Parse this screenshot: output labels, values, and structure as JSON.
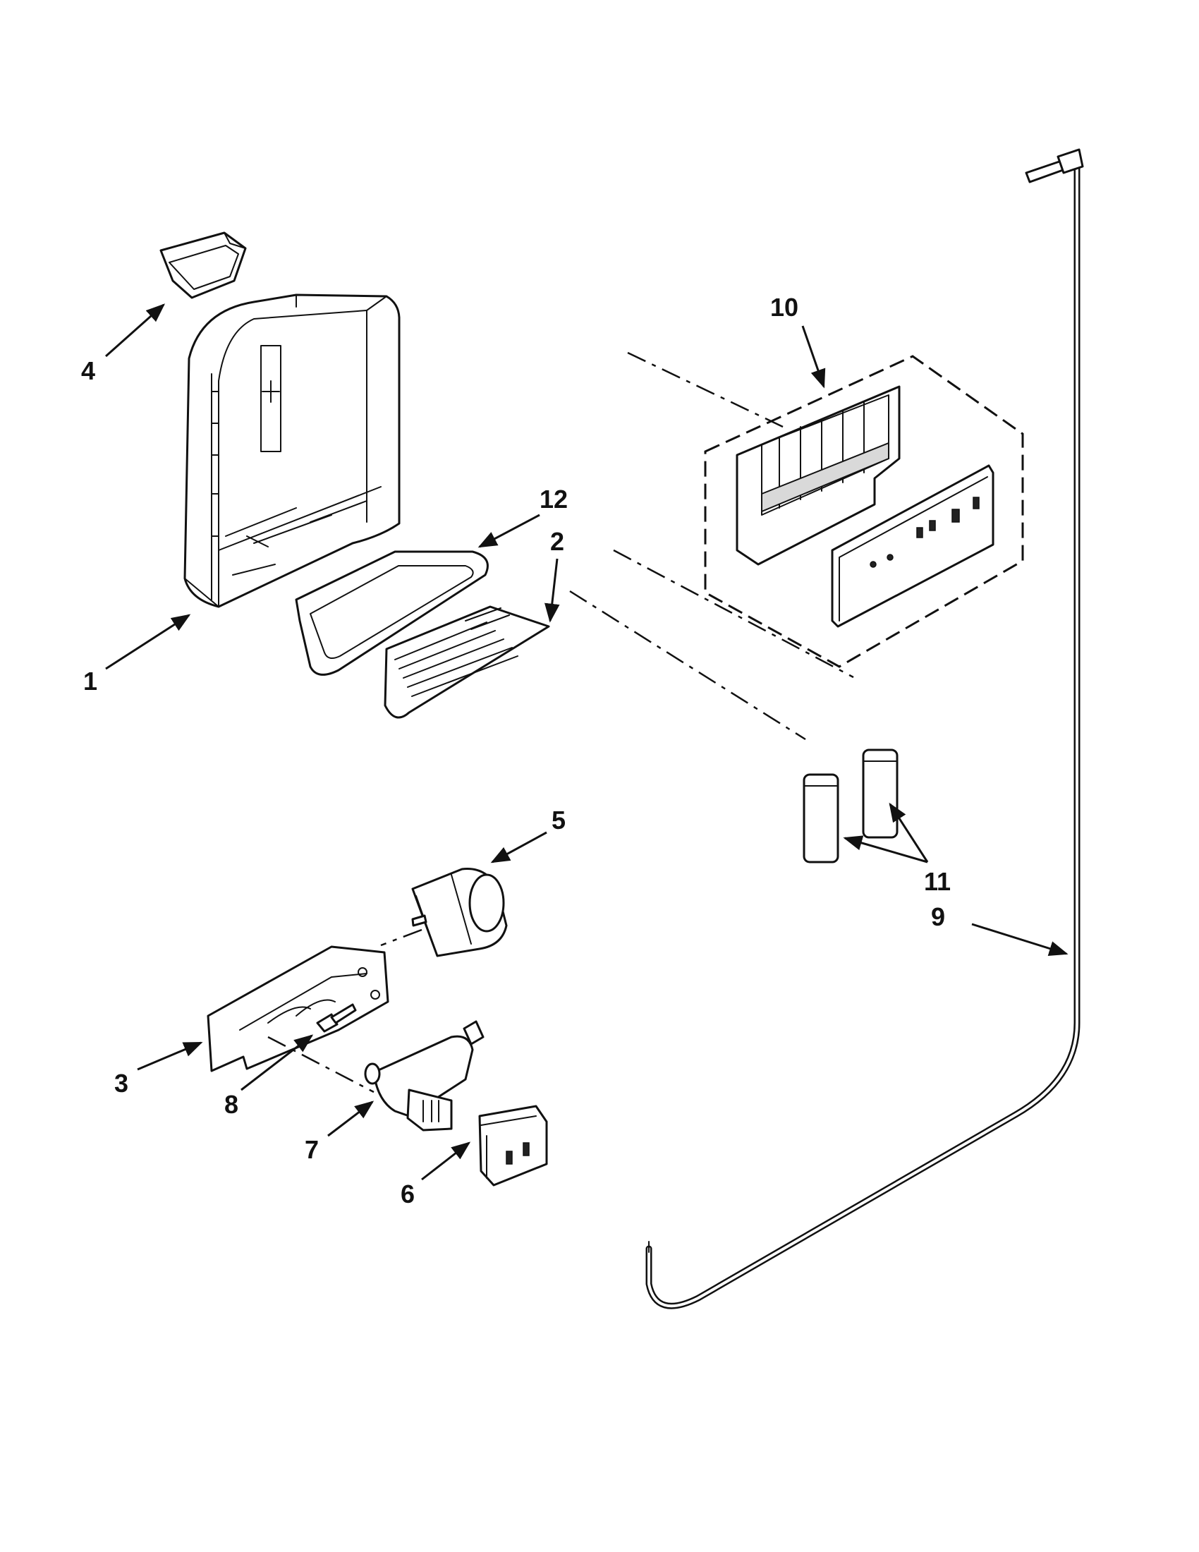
{
  "callouts": {
    "c1": "1",
    "c2": "2",
    "c3": "3",
    "c4": "4",
    "c5": "5",
    "c6": "6",
    "c7": "7",
    "c8": "8",
    "c9": "9",
    "c10": "10",
    "c11": "11",
    "c12": "12"
  },
  "colors": {
    "line": "#111111",
    "background": "#ffffff",
    "fill_shade": "#d9d9d9"
  }
}
